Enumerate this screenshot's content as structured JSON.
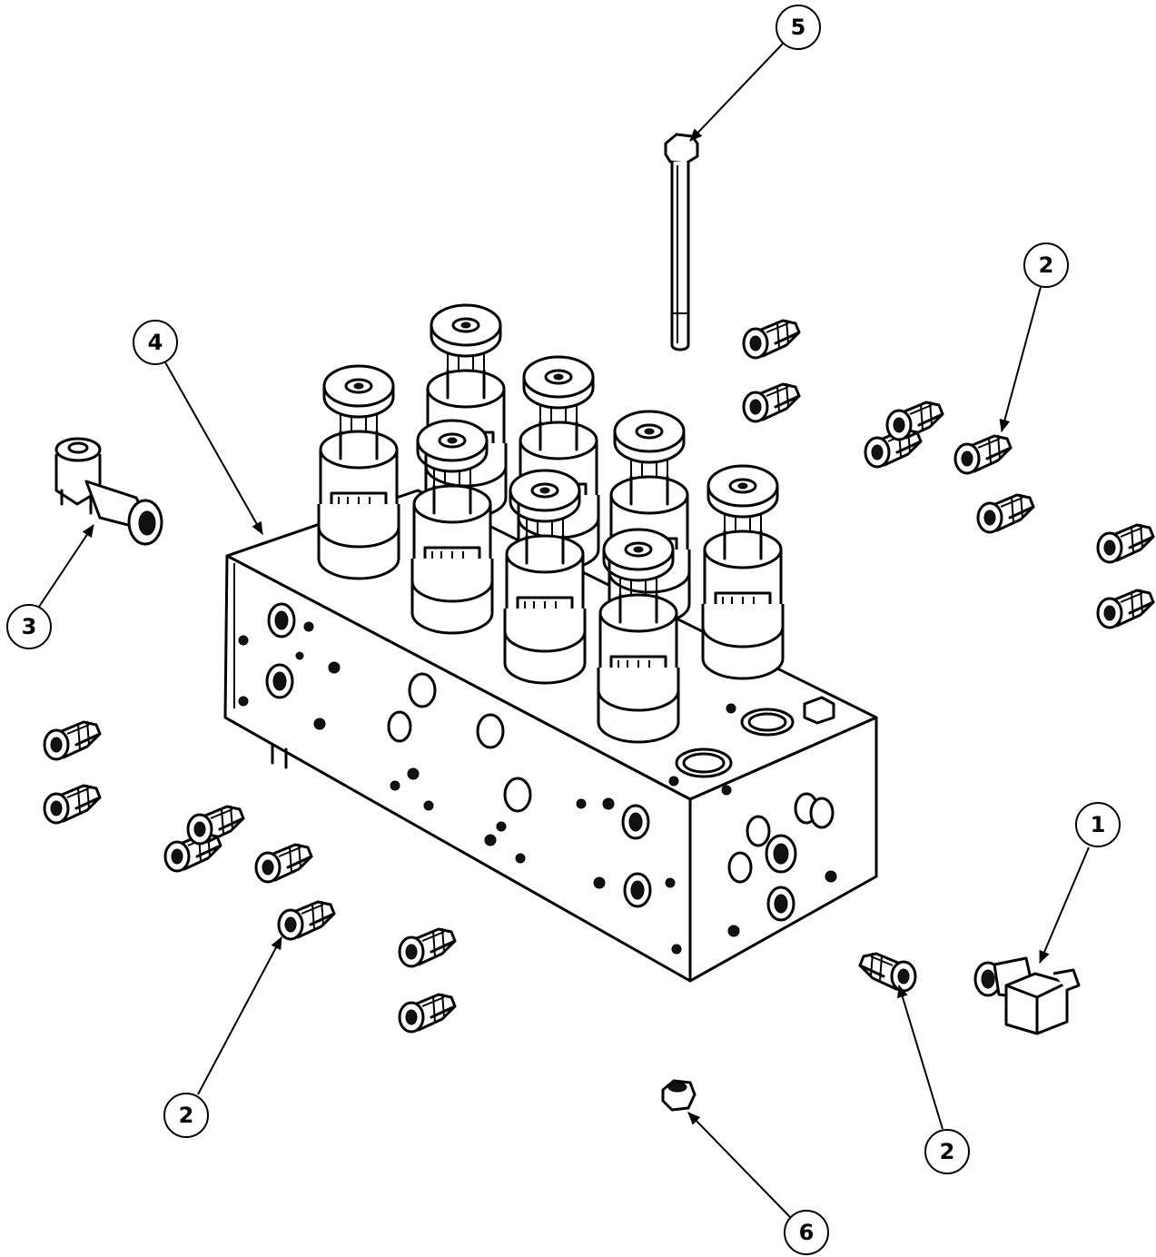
{
  "balloons": {
    "b1": "1",
    "b2a": "2",
    "b2b": "2",
    "b2c": "2",
    "b3": "3",
    "b4": "4",
    "b5": "5",
    "b6": "6"
  },
  "colors": {
    "line": "#000000",
    "background": "#ffffff"
  }
}
